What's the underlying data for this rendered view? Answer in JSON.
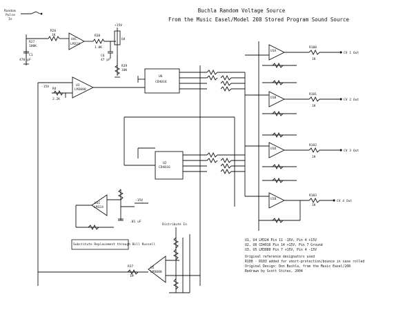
{
  "title": {
    "line1": "Buchla Random Voltage Source",
    "line2": "From the Music Easel/Model 208 Stored Program Sound Source"
  },
  "input": {
    "line1": "Random",
    "line2": "Pulse",
    "line3": "In"
  },
  "components": {
    "u4c": "U4C",
    "u4c_part": "LM324",
    "r26": "R26",
    "r26_val": "1K",
    "r27": "R27",
    "r27_val": "100K",
    "c1": "C1",
    "c1_val": "470 pF",
    "r38": "R38",
    "r38_val": "1.0K",
    "c6": "C6",
    "c6_val": "47 pF",
    "q4": "Q4",
    "r39": "R39",
    "r39_val": "10K",
    "u3": "U3",
    "u3_part": "LM3080",
    "r4": "R4",
    "r4_val": "2.2K",
    "u6": "U6",
    "u6_part": "CD4016",
    "u2": "U2",
    "u2_part": "CD4016",
    "u1c": "U1C",
    "u1c_part": "LM324",
    "u5": "U5",
    "u5_part": "LM3080",
    "r37": "R37",
    "r37_val": "1M",
    "c5_val": ".01 uF"
  },
  "outputs": [
    "CV 1 Out",
    "CV 2 Out",
    "CV 3 Out",
    "CV 4 Out"
  ],
  "output_labels": [
    "U1A",
    "U1B",
    "U1D",
    "U1B"
  ],
  "output_resistors": [
    "R100",
    "R101",
    "R102",
    "R103"
  ],
  "output_values": [
    "1K",
    "1K",
    "1K",
    "1K"
  ],
  "supplies": {
    "pos": "+15V",
    "neg": "-15V"
  },
  "substitution_note": "Substitute Replacement through Bill Russell",
  "distribution_label": "Distribute In",
  "notes": [
    "U1, U4     LM324   Pin 11 -15V, Pin 4 +15V",
    "U2, U6     CD4016  Pin 14 +15V, Pin 7 Ground",
    "U3, U5     LM3080  Pin 7 +15V, Pin 4 -15V",
    "Original reference designators used",
    "R100 - R103 added for short-protection/bounce in case rolled",
    "Original Design: Don Buchla, from the Music Easel/208",
    "Redrawn by Scott Stites, 2004"
  ]
}
